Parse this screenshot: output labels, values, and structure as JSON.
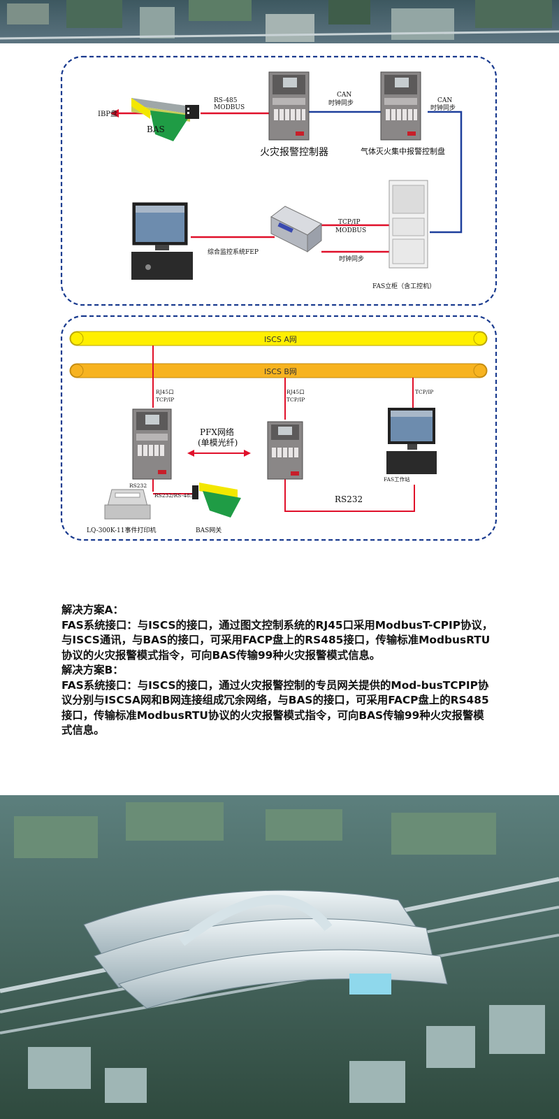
{
  "colors": {
    "border_blue": "#1a3b8f",
    "red_line": "#e0102a",
    "blue_line": "#1d3f9c",
    "iscs_a_fill": "#ffef00",
    "iscs_b_fill": "#f7b320",
    "text_dark": "#111111"
  },
  "diagram_top": {
    "ibp_label": "IBP盘",
    "bas_label": "BAS",
    "rs485_label": "RS-485",
    "modbus_label": "MODBUS",
    "fire_panel_label": "火灾报警控制器",
    "can_label_1": "CAN",
    "sync_label_1": "时钟同步",
    "gas_panel_label": "气体灭火集中报警控制盘",
    "can_label_2": "CAN",
    "sync_label_2": "时钟同步",
    "tcpip_label": "TCP/IP",
    "modbus_label_2": "MODBUS",
    "sync_label_3": "时钟同步",
    "fep_label": "综合监控系统FEP",
    "cabinet_label": "FAS立柜（含工控机）"
  },
  "diagram_bottom": {
    "iscs_a_label": "ISCS  A网",
    "iscs_b_label": "ISCS  B网",
    "rj45_label_1": "RJ45口",
    "tcpip_label_1": "TCP/IP",
    "rj45_label_2": "RJ45口",
    "tcpip_label_2": "TCP/IP",
    "tcpip_label_3": "TCP/IP",
    "pfx_label_1": "PFX网络",
    "pfx_label_2": "(单模光纤)",
    "rs232_label_1": "RS232",
    "rs232_485_label": "RS232/RS-485",
    "workstation_label": "FAS工作站",
    "rs232_label_2": "RS232",
    "printer_label": "LQ-300K-11事件打印机",
    "bas_gateway_label": "BAS网关"
  },
  "solution_text": {
    "title_a": "解决方案A：",
    "body_a": "FAS系统接口：与ISCS的接口，通过图文控制系统的RJ45口采用ModbusT-CPIP协议，与ISCS通讯，与BAS的接口，可采用FACP盘上的RS485接口，传输标准ModbusRTU协议的火灾报警模式指令，可向BAS传输99种火灾报警模式信息。",
    "title_b": "解决方案B：",
    "body_b": "FAS系统接口：与ISCS的接口，通过火灾报警控制的专员网关提供的Mod-busTCPIP协议分别与ISCSA网和B网连接组成冗余网络，与BAS的接口，可采用FACP盘上的RS485接口，传输标准ModbusRTU协议的火灾报警模式指令，可向BAS传输99种火灾报警模式信息。"
  }
}
